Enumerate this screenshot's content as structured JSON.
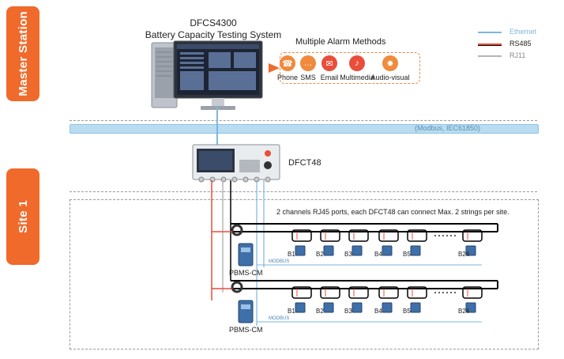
{
  "sections": {
    "master": "Master Station",
    "site": "Site 1"
  },
  "system": {
    "model": "DFCS4300",
    "name": "Battery Capacity Testing System"
  },
  "alarm": {
    "title": "Multiple Alarm Methods",
    "items": [
      {
        "label": "Phone",
        "icon": "phone-icon",
        "color": "#f08a3c"
      },
      {
        "label": "SMS",
        "icon": "sms-icon",
        "color": "#f08a3c"
      },
      {
        "label": "Email",
        "icon": "email-icon",
        "color": "#e94e3a"
      },
      {
        "label": "Multimedia",
        "icon": "speaker-icon",
        "color": "#e94e3a"
      },
      {
        "label": "Audio-visual",
        "icon": "alarm-light-icon",
        "color": "#f08a3c"
      }
    ]
  },
  "legend": [
    {
      "label": "Ethernet",
      "color": "#7fb6de"
    },
    {
      "label": "RS485",
      "color": "#000000",
      "accent": "#e94e3a"
    },
    {
      "label": "RJ11",
      "color": "#b5b5b5"
    }
  ],
  "bus": {
    "label": "(Modbus, IEC61850)"
  },
  "device": {
    "label": "DFCT48"
  },
  "note": "2 channels RJ45 ports, each DFCT48 can connect Max. 2 strings per site.",
  "strings": [
    {
      "module": "PBMS-CM",
      "batteries": [
        "B1",
        "B2",
        "B3",
        "B4",
        "B5",
        "B24"
      ],
      "link": "MODBUS"
    },
    {
      "module": "PBMS-CM",
      "batteries": [
        "B1",
        "B2",
        "B3",
        "B4",
        "B5",
        "B24"
      ],
      "link": "MODBUS"
    }
  ],
  "colors": {
    "accent": "#ef6a2b",
    "ethernet": "#7fb6de",
    "rs485_red": "#e94e3a"
  }
}
